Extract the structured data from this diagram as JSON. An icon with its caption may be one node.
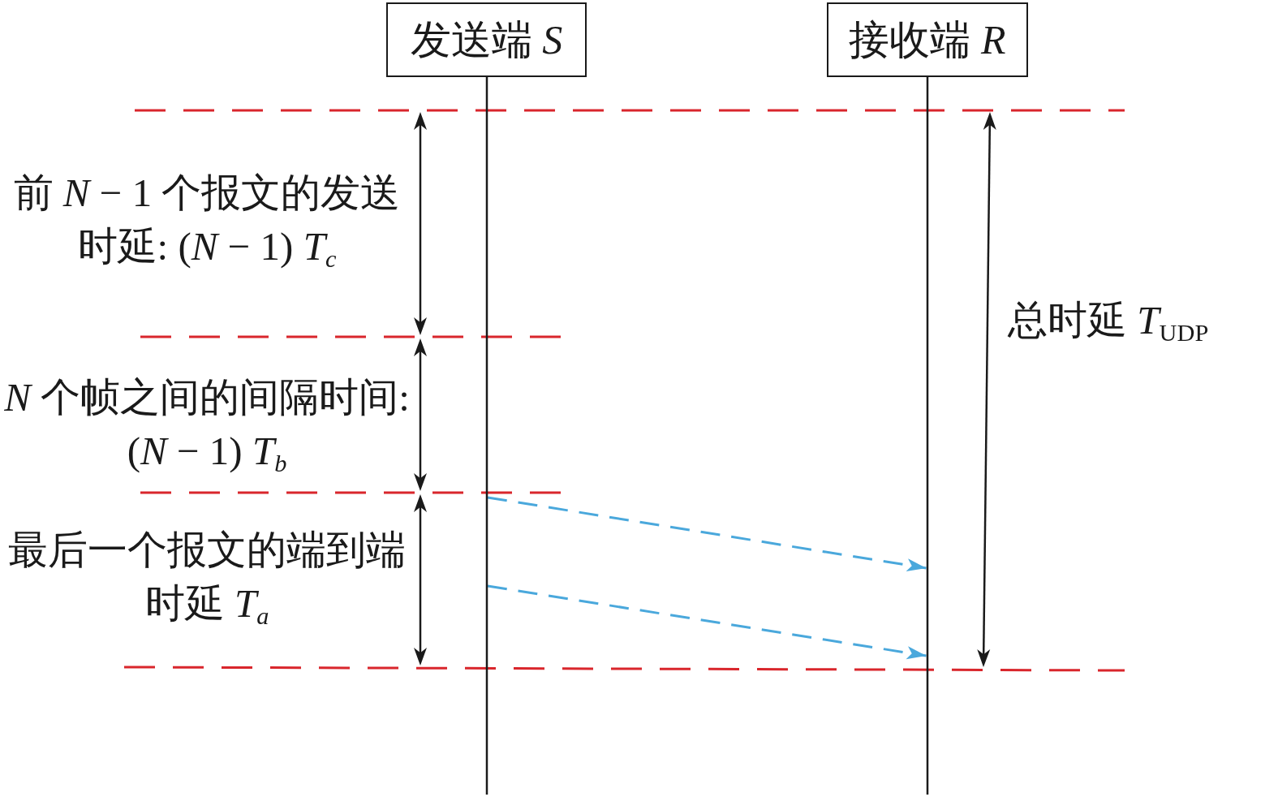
{
  "diagram": {
    "nodes": [
      {
        "text": [
          "发送端 *S*"
        ]
      },
      {
        "text": [
          "接收端 *R*"
        ]
      }
    ],
    "edges": [
      {
        "from": 0,
        "to": 1,
        "arrow": "to",
        "style": "dashed",
        "color": "#4aa8dc"
      },
      {
        "from": 0,
        "to": 1,
        "arrow": "to",
        "style": "dashed",
        "color": "#4aa8dc"
      }
    ],
    "labels": [
      "前 *N* − 1 个报文的发送时延: (*N* − 1) *T*$_{c}$",
      "*N* 个帧之间的间隔时间: (*N* − 1) *T*$_{b}$",
      "最后一个报文的端到端时延 *T*$_{a}$",
      "总时延 *T*$_{UDP}$"
    ]
  }
}
